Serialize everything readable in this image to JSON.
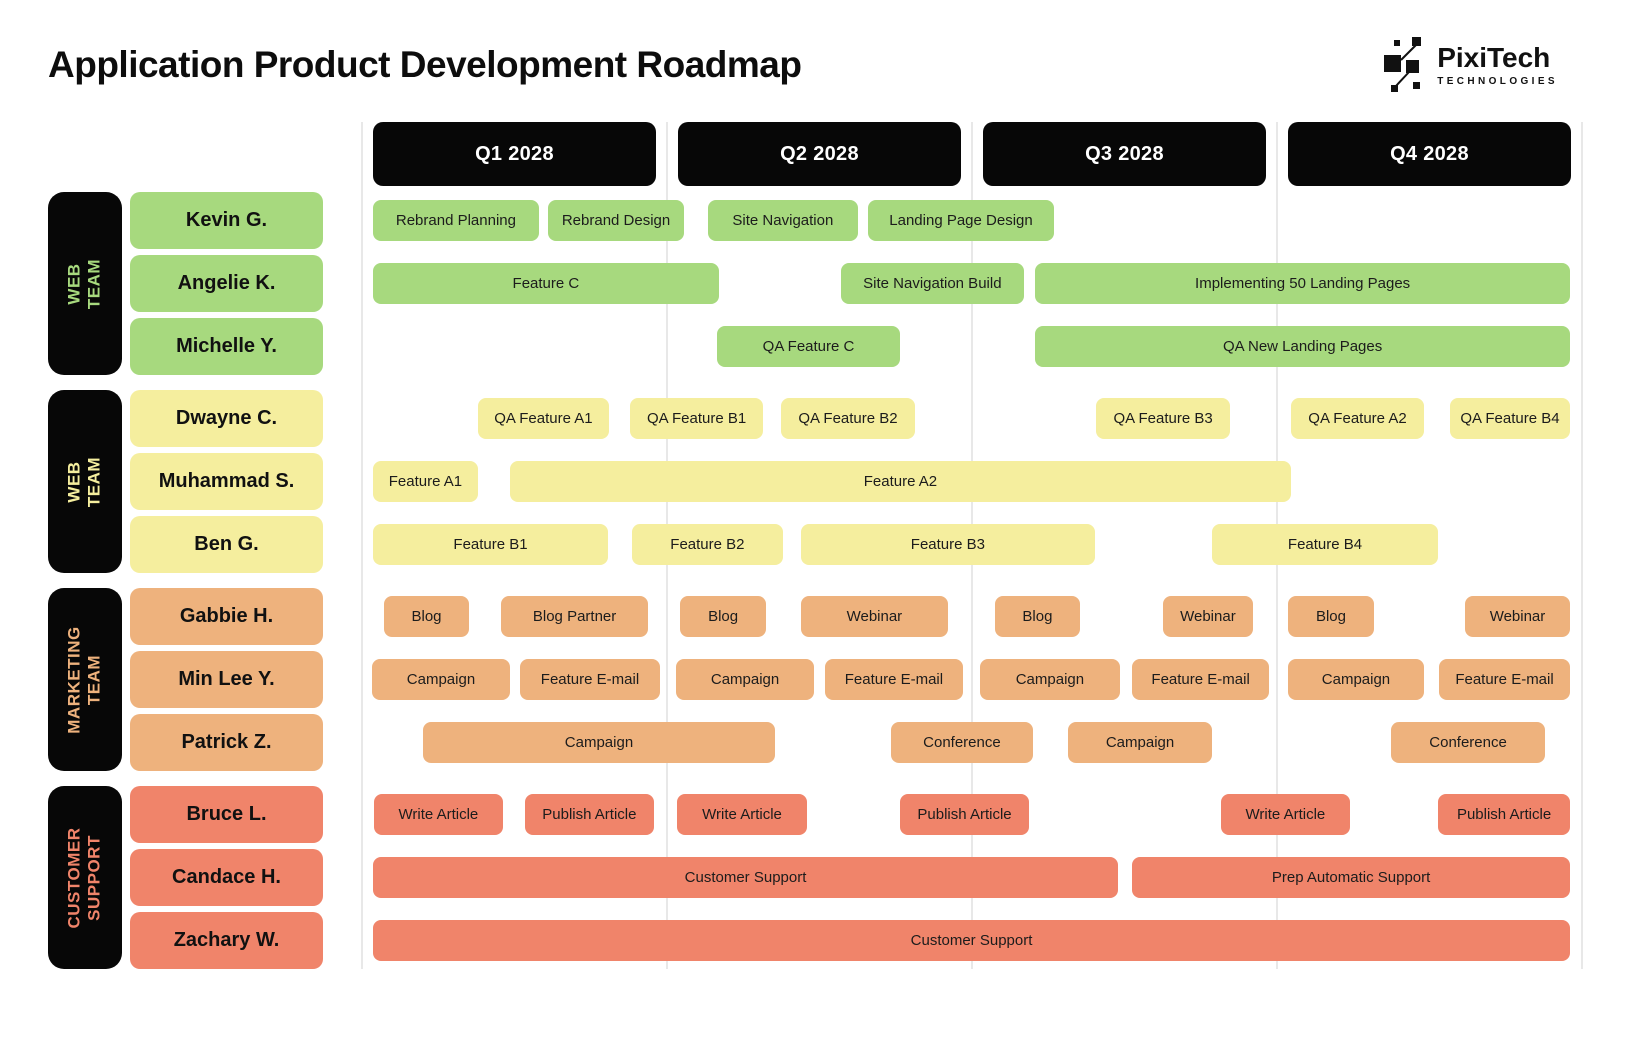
{
  "title": "Application Product Development Roadmap",
  "logo": {
    "name": "PixiTech",
    "sub": "TECHNOLOGIES"
  },
  "quarters": [
    "Q1 2028",
    "Q2 2028",
    "Q3 2028",
    "Q4 2028"
  ],
  "colors": {
    "green": "#a7d97e",
    "yellow": "#f5ee9e",
    "orange": "#eeb27d",
    "salmon": "#f0846a",
    "header_bg": "#070707",
    "gridline": "#e8e8e8"
  },
  "teams": [
    {
      "id": "web-team-1",
      "label": "WEB TEAM",
      "color_key": "green",
      "members": [
        {
          "name": "Kevin G.",
          "tasks": [
            {
              "label": "Rebrand Planning",
              "start": 0.036,
              "end": 0.58
            },
            {
              "label": "Rebrand Design",
              "start": 0.61,
              "end": 1.056
            },
            {
              "label": "Site Navigation",
              "start": 1.134,
              "end": 1.626
            },
            {
              "label": "Landing Page Design",
              "start": 1.659,
              "end": 2.269
            }
          ]
        },
        {
          "name": "Angelie K.",
          "tasks": [
            {
              "label": "Feature C",
              "start": 0.036,
              "end": 1.17
            },
            {
              "label": "Site Navigation Build",
              "start": 1.57,
              "end": 2.17
            },
            {
              "label": "Implementing 50 Landing Pages",
              "start": 2.207,
              "end": 3.961
            }
          ]
        },
        {
          "name": "Michelle Y.",
          "tasks": [
            {
              "label": "QA Feature C",
              "start": 1.164,
              "end": 1.764
            },
            {
              "label": "QA New Landing Pages",
              "start": 2.207,
              "end": 3.961
            }
          ]
        }
      ]
    },
    {
      "id": "web-team-2",
      "label": "WEB TEAM",
      "color_key": "yellow",
      "members": [
        {
          "name": "Dwayne C.",
          "tasks": [
            {
              "label": "QA Feature A1",
              "start": 0.38,
              "end": 0.81
            },
            {
              "label": "QA Feature B1",
              "start": 0.879,
              "end": 1.315
            },
            {
              "label": "QA Feature B2",
              "start": 1.374,
              "end": 1.813
            },
            {
              "label": "QA Feature B3",
              "start": 2.407,
              "end": 2.846
            },
            {
              "label": "QA Feature A2",
              "start": 3.046,
              "end": 3.482
            },
            {
              "label": "QA Feature B4",
              "start": 3.567,
              "end": 3.961
            }
          ]
        },
        {
          "name": "Muhammad S.",
          "tasks": [
            {
              "label": "Feature A1",
              "start": 0.036,
              "end": 0.38
            },
            {
              "label": "Feature A2",
              "start": 0.485,
              "end": 3.046
            }
          ]
        },
        {
          "name": "Ben G.",
          "tasks": [
            {
              "label": "Feature B1",
              "start": 0.036,
              "end": 0.807
            },
            {
              "label": "Feature B2",
              "start": 0.885,
              "end": 1.38
            },
            {
              "label": "Feature B3",
              "start": 1.439,
              "end": 2.403
            },
            {
              "label": "Feature B4",
              "start": 2.787,
              "end": 3.528
            }
          ]
        }
      ]
    },
    {
      "id": "marketing-team",
      "label": "MARKETING\nTEAM",
      "color_key": "orange",
      "members": [
        {
          "name": "Gabbie H.",
          "tasks": [
            {
              "label": "Blog",
              "start": 0.072,
              "end": 0.351
            },
            {
              "label": "Blog Partner",
              "start": 0.456,
              "end": 0.938
            },
            {
              "label": "Blog",
              "start": 1.043,
              "end": 1.325
            },
            {
              "label": "Webinar",
              "start": 1.439,
              "end": 1.921
            },
            {
              "label": "Blog",
              "start": 2.075,
              "end": 2.354
            },
            {
              "label": "Webinar",
              "start": 2.626,
              "end": 2.921
            },
            {
              "label": "Blog",
              "start": 3.036,
              "end": 3.318
            },
            {
              "label": "Webinar",
              "start": 3.616,
              "end": 3.961
            }
          ]
        },
        {
          "name": "Min Lee Y.",
          "tasks": [
            {
              "label": "Campaign",
              "start": 0.033,
              "end": 0.485
            },
            {
              "label": "Feature E-mail",
              "start": 0.518,
              "end": 0.977
            },
            {
              "label": "Campaign",
              "start": 1.03,
              "end": 1.482
            },
            {
              "label": "Feature E-mail",
              "start": 1.518,
              "end": 1.97
            },
            {
              "label": "Campaign",
              "start": 2.026,
              "end": 2.485
            },
            {
              "label": "Feature E-mail",
              "start": 2.525,
              "end": 2.974
            },
            {
              "label": "Campaign",
              "start": 3.036,
              "end": 3.482
            },
            {
              "label": "Feature E-mail",
              "start": 3.531,
              "end": 3.961
            }
          ]
        },
        {
          "name": "Patrick Z.",
          "tasks": [
            {
              "label": "Campaign",
              "start": 0.2,
              "end": 1.354
            },
            {
              "label": "Conference",
              "start": 1.734,
              "end": 2.2
            },
            {
              "label": "Campaign",
              "start": 2.315,
              "end": 2.787
            },
            {
              "label": "Conference",
              "start": 3.374,
              "end": 3.879
            }
          ]
        }
      ]
    },
    {
      "id": "customer-support",
      "label": "CUSTOMER\nSUPPORT",
      "color_key": "salmon",
      "members": [
        {
          "name": "Bruce L.",
          "tasks": [
            {
              "label": "Write Article",
              "start": 0.039,
              "end": 0.462
            },
            {
              "label": "Publish Article",
              "start": 0.534,
              "end": 0.957
            },
            {
              "label": "Write Article",
              "start": 1.033,
              "end": 1.459
            },
            {
              "label": "Publish Article",
              "start": 1.764,
              "end": 2.187
            },
            {
              "label": "Write Article",
              "start": 2.816,
              "end": 3.239
            },
            {
              "label": "Publish Article",
              "start": 3.528,
              "end": 3.961
            }
          ]
        },
        {
          "name": "Candace H.",
          "tasks": [
            {
              "label": "Customer Support",
              "start": 0.036,
              "end": 2.479
            },
            {
              "label": "Prep Automatic Support",
              "start": 2.525,
              "end": 3.961
            }
          ]
        },
        {
          "name": "Zachary W.",
          "tasks": [
            {
              "label": "Customer Support",
              "start": 0.036,
              "end": 3.961
            }
          ]
        }
      ]
    }
  ]
}
